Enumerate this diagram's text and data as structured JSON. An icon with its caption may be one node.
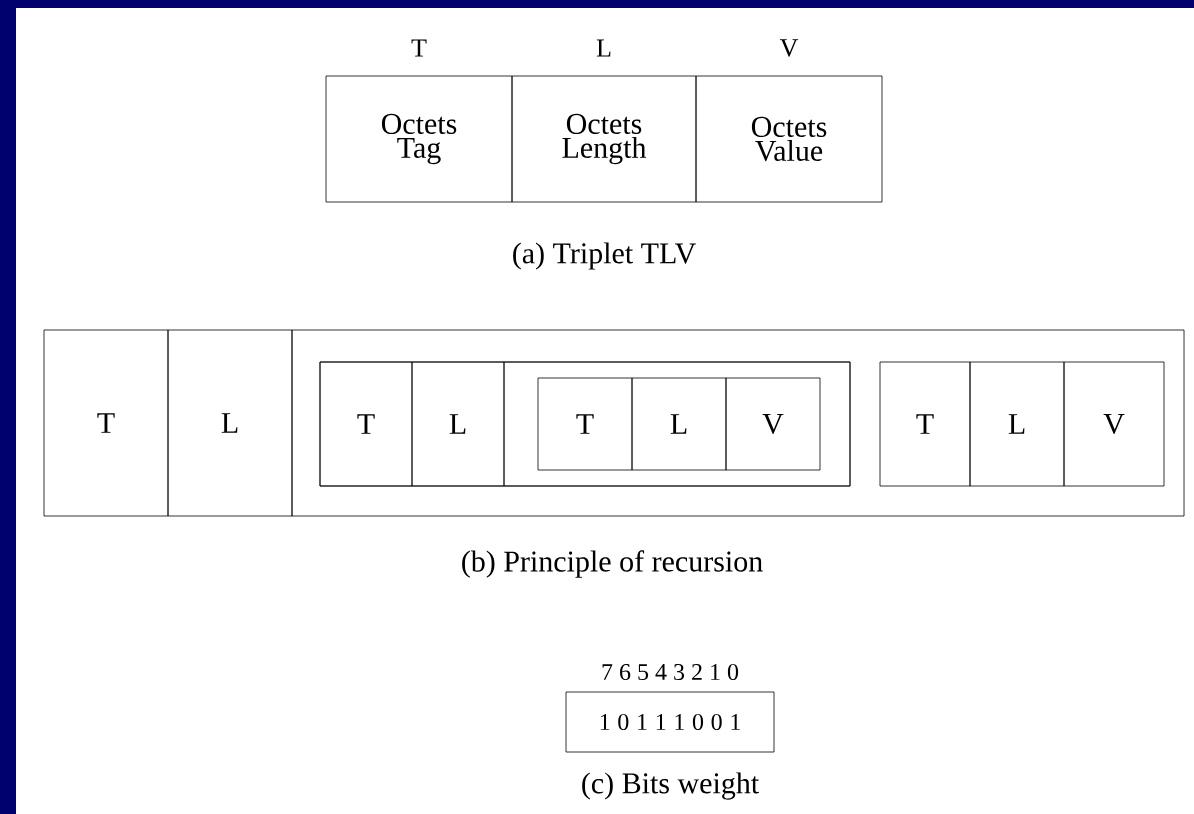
{
  "diagram": {
    "nodes": [
      {
        "text": [
          "T",
          "Octets Tag"
        ]
      },
      {
        "text": [
          "L",
          "Octets Length"
        ]
      },
      {
        "text": [
          "V",
          "Octets Value"
        ]
      },
      {
        "text": [
          "T"
        ]
      },
      {
        "text": [
          "L"
        ]
      },
      {
        "text": [],
        "shape": "box"
      },
      {
        "text": [],
        "shape": "box",
        "in": 5
      },
      {
        "text": [
          "T"
        ],
        "in": 6
      },
      {
        "text": [
          "L"
        ],
        "in": 6
      },
      {
        "text": [],
        "shape": "box",
        "in": 6
      },
      {
        "text": [
          "T"
        ],
        "in": 9
      },
      {
        "text": [
          "L"
        ],
        "in": 9
      },
      {
        "text": [
          "V"
        ],
        "in": 9
      },
      {
        "text": [
          "T"
        ],
        "in": 5
      },
      {
        "text": [
          "L"
        ],
        "in": 5
      },
      {
        "text": [
          "V"
        ],
        "in": 5
      },
      {
        "text": [
          "1 0 1 1 1 0 0 1"
        ]
      }
    ],
    "edges": [],
    "labels": [
      "(a) Triplet TLV",
      "(b) Principle of recursion",
      "7 6 5 4 3 2 1 0",
      "(c) Bits weight"
    ]
  }
}
